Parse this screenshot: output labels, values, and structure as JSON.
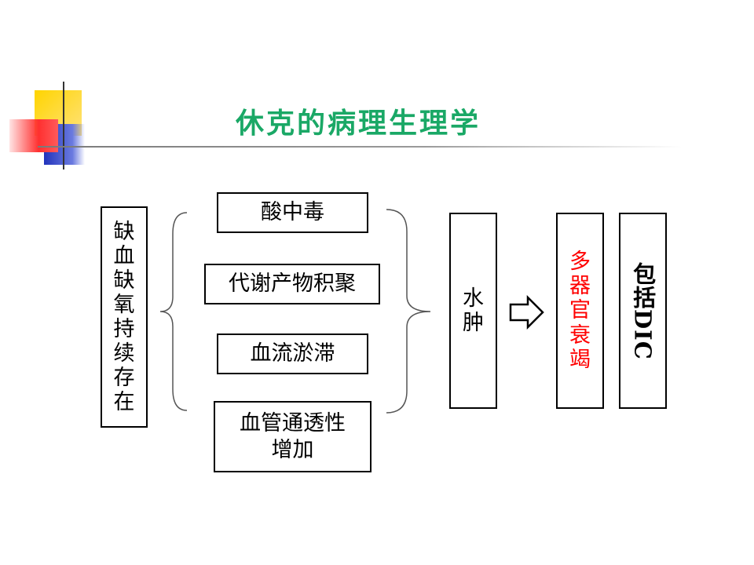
{
  "title": "休克的病理生理学",
  "colors": {
    "title": "#1aa866",
    "accent_red": "#ff0000",
    "deco_yellow": "#ffcc00",
    "deco_red": "#ff3333",
    "deco_blue": "#2a3cc8"
  },
  "cause": [
    "缺",
    "血",
    "缺",
    "氧",
    "持",
    "续",
    "存",
    "在"
  ],
  "effects": {
    "acidosis": "酸中毒",
    "metabolite": "代谢产物积聚",
    "stasis": "血流淤滞",
    "permeability_line1": "血管通透性",
    "permeability_line2": "增加"
  },
  "edema": [
    "水",
    "肿"
  ],
  "organ_failure": [
    "多",
    "器",
    "官",
    "衰",
    "竭"
  ],
  "dic_label": "包括DIC",
  "icons": {
    "arrow": "hollow-right-arrow-icon"
  }
}
